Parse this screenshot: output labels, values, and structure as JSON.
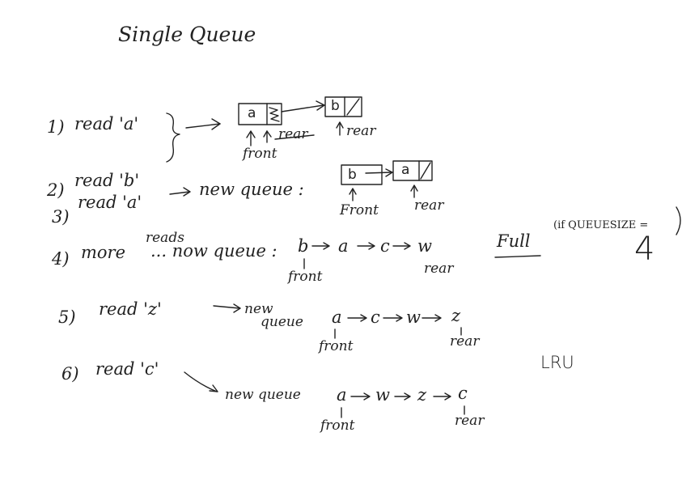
{
  "title": "Single Queue",
  "steps": [
    {
      "num": "1)",
      "text": "read 'a'"
    },
    {
      "num": "2)",
      "text": "read 'b'"
    },
    {
      "num": "3)",
      "text": "read 'a'",
      "tail": "new queue :"
    },
    {
      "num": "4)",
      "text": "more",
      "upper": "reads",
      "lower": "... now queue :"
    },
    {
      "num": "5)",
      "text": "read 'z'",
      "new_upper": "new",
      "new_lower": "queue"
    },
    {
      "num": "6)",
      "text": "read 'c'",
      "tail": "new queue"
    }
  ],
  "labels": {
    "front": "front",
    "rear": "rear",
    "front_alt": "Front",
    "rear_struck": "rear"
  },
  "nodes": {
    "step1": [
      "a",
      "b"
    ],
    "step3": [
      "b",
      "a"
    ]
  },
  "queues": {
    "step4": [
      "b",
      "a",
      "c",
      "w"
    ],
    "step5": [
      "a",
      "c",
      "w",
      "z"
    ],
    "step6": [
      "a",
      "w",
      "z",
      "c"
    ]
  },
  "full_note": {
    "word": "Full",
    "condition": "(if QUEUESIZE =",
    "value": "4"
  },
  "policy": "LRU"
}
